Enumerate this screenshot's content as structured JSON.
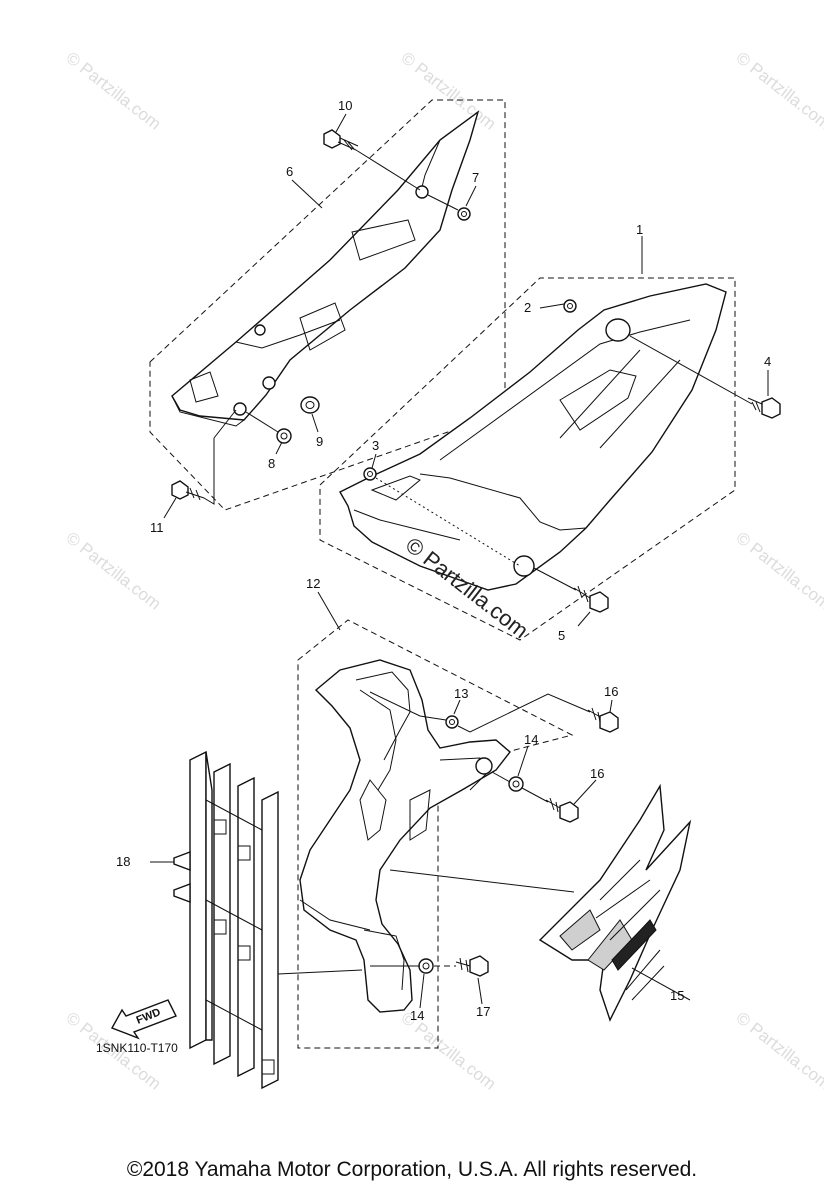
{
  "callouts": [
    "1",
    "2",
    "3",
    "4",
    "5",
    "6",
    "7",
    "8",
    "9",
    "10",
    "11",
    "12",
    "13",
    "14",
    "14",
    "15",
    "16",
    "16",
    "17",
    "18"
  ],
  "reference_code": "1SNK110-T170",
  "fwd_label": "FWD",
  "watermark_main": "© Partzilla.com",
  "watermark_tile": "© Partzilla.com",
  "copyright": "©2018  Yamaha Motor Corporation, U.S.A. All rights reserved."
}
